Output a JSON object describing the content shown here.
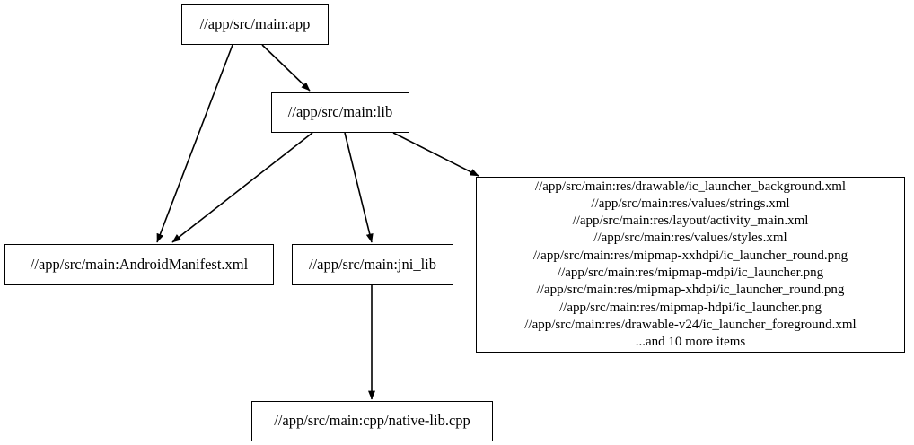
{
  "graph": {
    "type": "directed-dependency-graph",
    "background_color": "#ffffff",
    "node_border_color": "#000000",
    "edge_color": "#000000",
    "nodes": [
      {
        "id": "app",
        "label": "//app/src/main:app"
      },
      {
        "id": "lib",
        "label": "//app/src/main:lib"
      },
      {
        "id": "manifest",
        "label": "//app/src/main:AndroidManifest.xml"
      },
      {
        "id": "jni_lib",
        "label": "//app/src/main:jni_lib"
      },
      {
        "id": "native_lib_cpp",
        "label": "//app/src/main:cpp/native-lib.cpp"
      },
      {
        "id": "res_group",
        "lines": [
          "//app/src/main:res/drawable/ic_launcher_background.xml",
          "//app/src/main:res/values/strings.xml",
          "//app/src/main:res/layout/activity_main.xml",
          "//app/src/main:res/values/styles.xml",
          "//app/src/main:res/mipmap-xxhdpi/ic_launcher_round.png",
          "//app/src/main:res/mipmap-mdpi/ic_launcher.png",
          "//app/src/main:res/mipmap-xhdpi/ic_launcher_round.png",
          "//app/src/main:res/mipmap-hdpi/ic_launcher.png",
          "//app/src/main:res/drawable-v24/ic_launcher_foreground.xml",
          "...and 10 more items"
        ]
      }
    ],
    "edges": [
      {
        "from": "app",
        "to": "lib"
      },
      {
        "from": "app",
        "to": "manifest"
      },
      {
        "from": "lib",
        "to": "manifest"
      },
      {
        "from": "lib",
        "to": "jni_lib"
      },
      {
        "from": "lib",
        "to": "res_group"
      },
      {
        "from": "jni_lib",
        "to": "native_lib_cpp"
      }
    ]
  }
}
